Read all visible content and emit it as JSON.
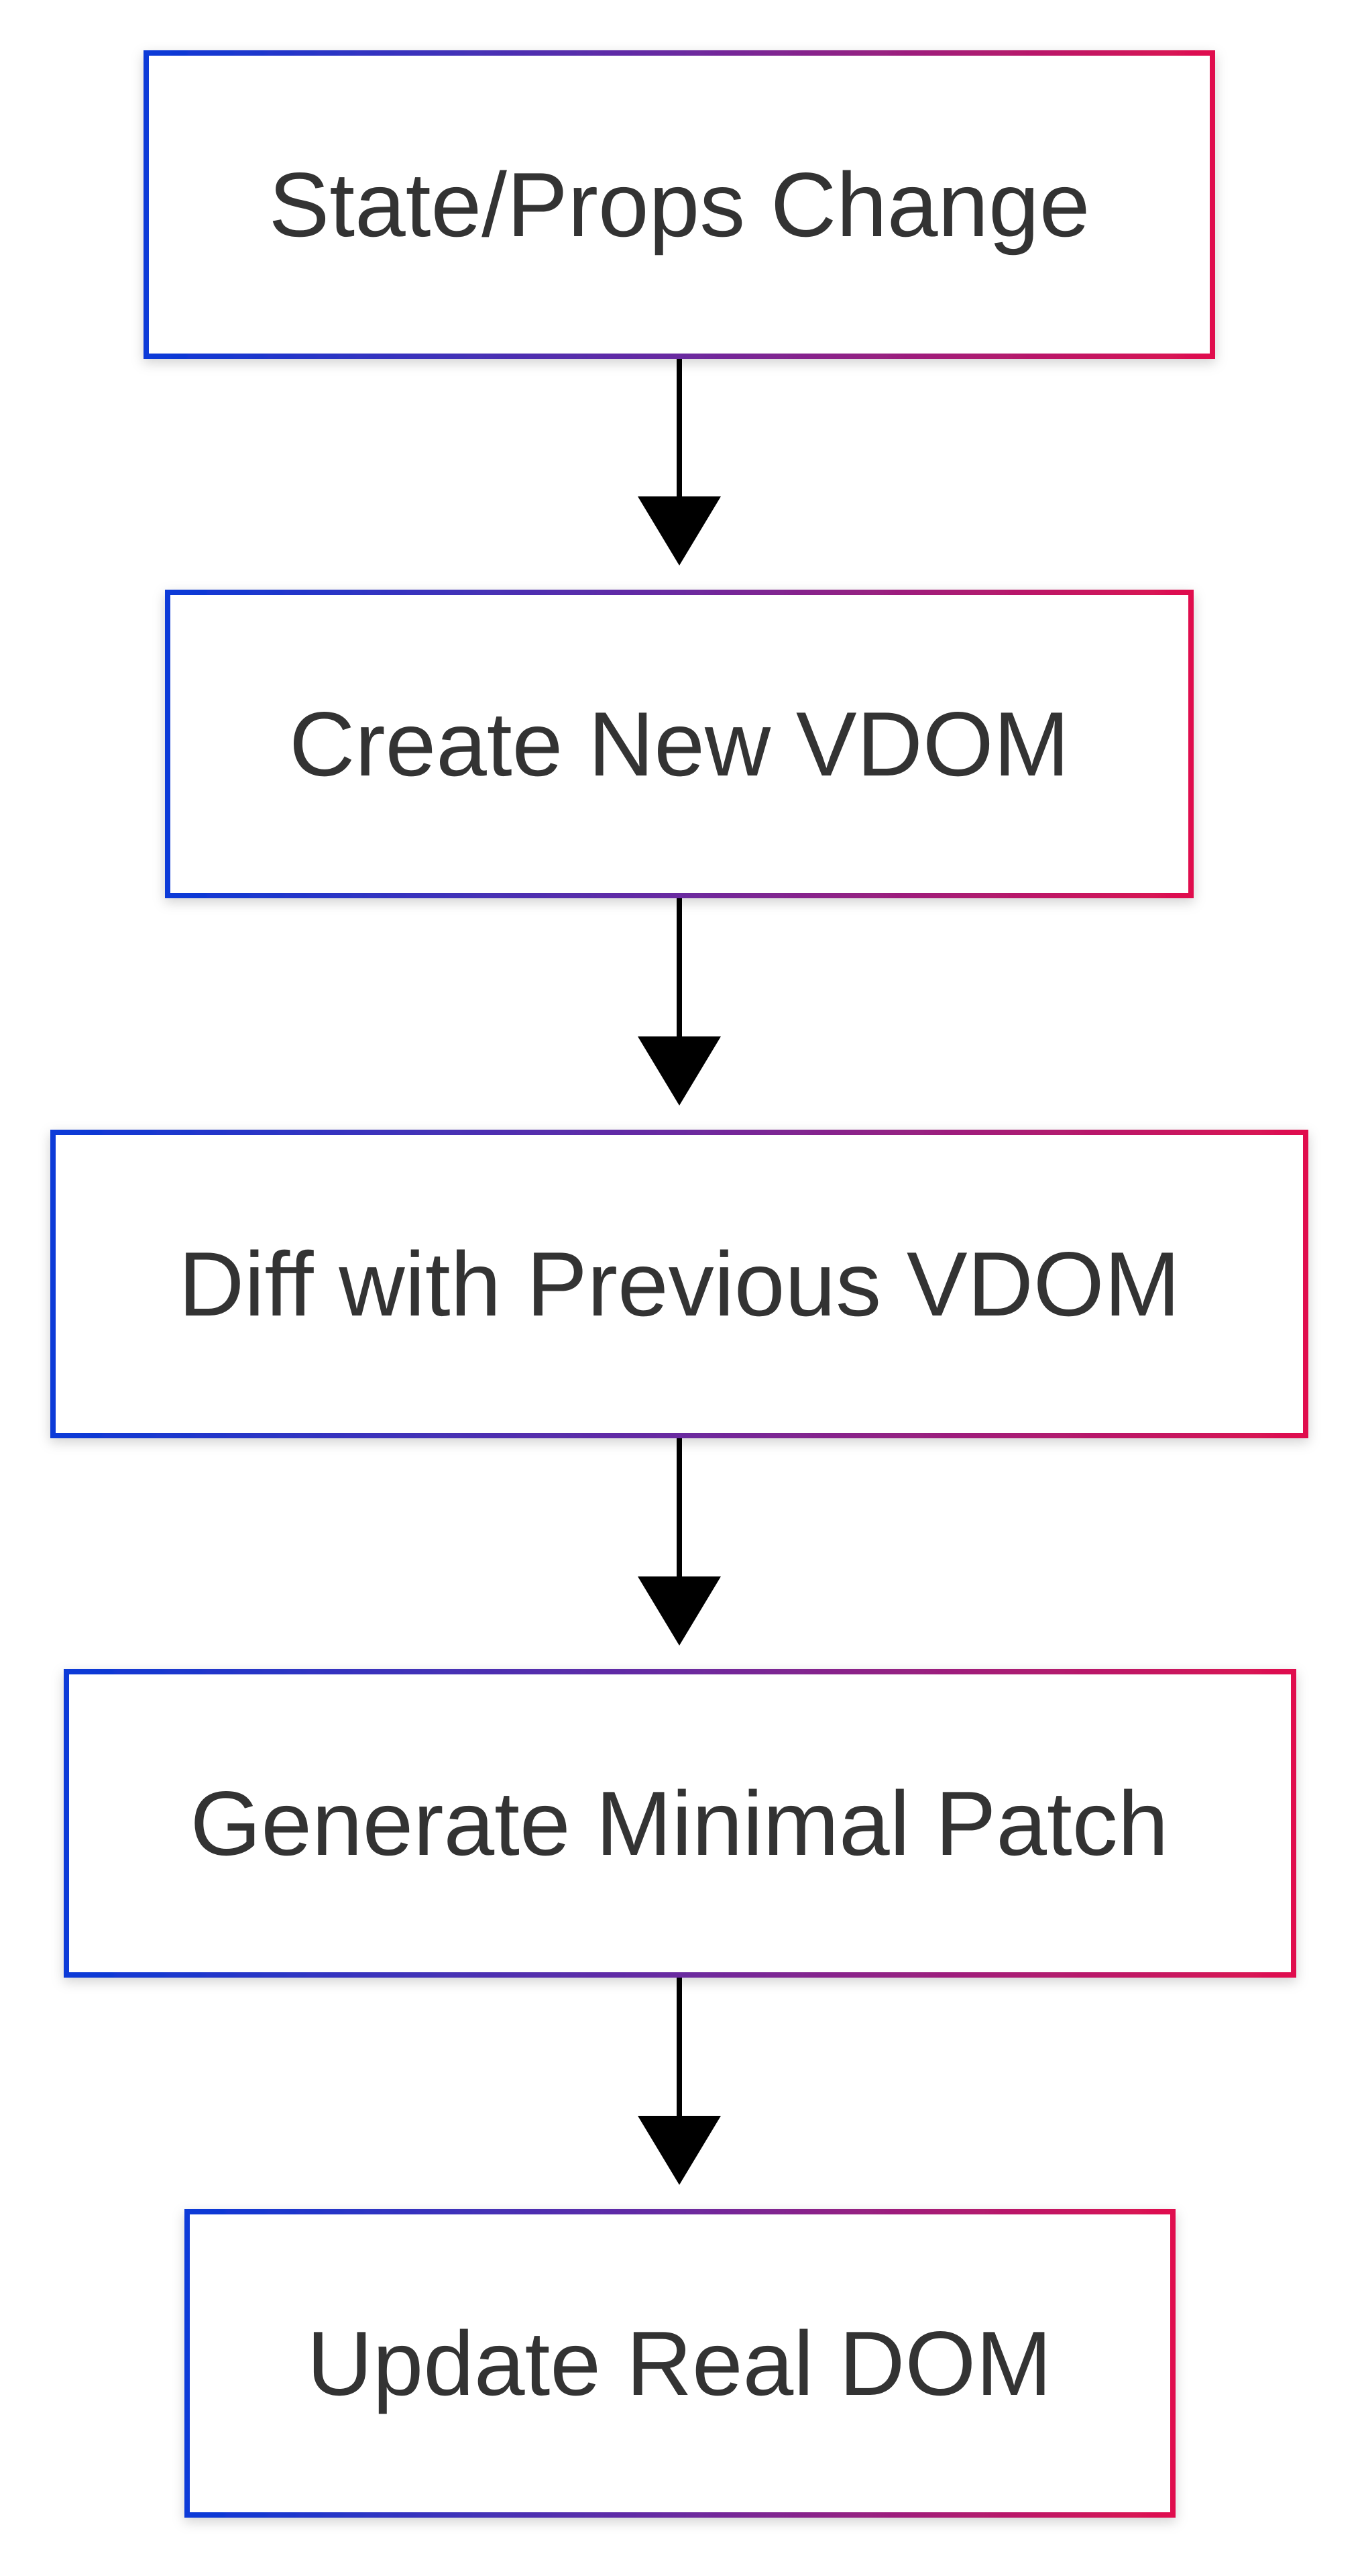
{
  "colors": {
    "gradient_start": "#0a3ad8",
    "gradient_mid": "#6a2aa0",
    "gradient_end": "#e0104e",
    "text": "#333333",
    "arrow": "#000000",
    "box_fill": "#ffffff"
  },
  "nodes": [
    {
      "label": "State/Props Change"
    },
    {
      "label": "Create New VDOM"
    },
    {
      "label": "Diff with Previous VDOM"
    },
    {
      "label": "Generate Minimal Patch"
    },
    {
      "label": "Update Real DOM"
    }
  ],
  "edges": [
    {
      "from": 0,
      "to": 1
    },
    {
      "from": 1,
      "to": 2
    },
    {
      "from": 2,
      "to": 3
    },
    {
      "from": 3,
      "to": 4
    }
  ]
}
